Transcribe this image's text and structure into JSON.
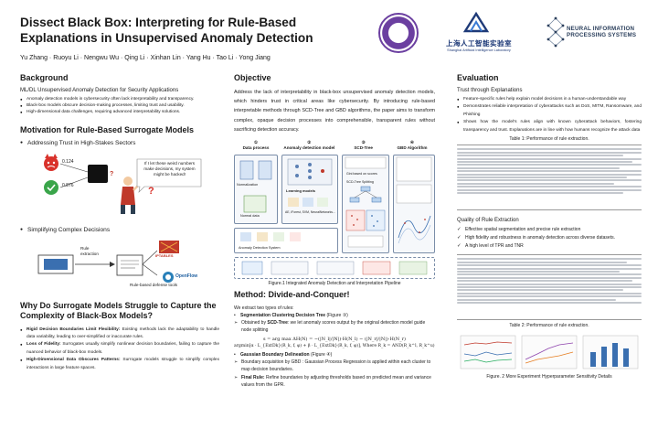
{
  "header": {
    "title": "Dissect Black Box: Interpreting for Rule-Based Explanations in Unsupervised Anomaly Detection",
    "authors": "Yu Zhang · Ruoyu Li · Nengwu Wu · Qing Li · Xinhan Lin · Yang Hu · Tao Li · Yong Jiang",
    "logo_lab_cn": "上海人工智能实验室",
    "logo_lab_en": "Shanghai Artificial Intelligence Laboratory",
    "logo_neurips": [
      "NEURAL INFORMATION",
      "PROCESSING SYSTEMS"
    ]
  },
  "background": {
    "heading": "Background",
    "subheading": "ML/DL Unsupervised Anomaly Detection for Security Applications",
    "bullets": [
      "Anomaly detection models in cybersecurity often lack interpretability and transparency.",
      "Black-box models obscure decision-making processes, limiting trust and usability.",
      "High-dimensional data challenges, requiring advanced interpretability solutions."
    ]
  },
  "motivation": {
    "heading": "Motivation for Rule-Based Surrogate Models",
    "point1": "Addressing Trust in High-Stakes Sectors",
    "speech": "If I let these weird numbers make decisions, my system might be hacked!",
    "score_bad": "0.124",
    "score_good": "0.876",
    "point2": "Simplifying Complex Decisions",
    "rule_extraction": "Rule extraction",
    "defense_tools_label": "Rule-based defense tools",
    "tool1": "IPTABLES",
    "tool2": "OpenFlow"
  },
  "why": {
    "heading": "Why Do Surrogate Models Struggle to Capture the Complexity of Black-Box Models?",
    "items": [
      {
        "label": "Rigid Decision Boundaries Limit Flexibility:",
        "text": " Existing methods lack the adaptability to handle data variability, leading to over-simplified or inaccurate rules."
      },
      {
        "label": "Loss of Fidelity:",
        "text": " Surrogates usually simplify nonlinear decision boundaries, failing to capture the nuanced behavior of black-box models."
      },
      {
        "label": "High-Dimensional Data Obscures Patterns:",
        "text": " Surrogate models struggle to simplify complex interactions in large feature spaces."
      }
    ]
  },
  "objective": {
    "heading": "Objective",
    "text": "Address the lack of interpretability in black-box unsupervised anomaly detection models, which hinders trust in critical areas like cybersecurity. By introducing rule-based interpretable methods through SCD-Tree and GBD algorithms, the paper aims to transform complex, opaque decision processes into comprehensible, transparent rules without sacrificing detection accuracy."
  },
  "pipeline": {
    "steps": [
      {
        "num": "①",
        "label": "Data process"
      },
      {
        "num": "②",
        "label": "Anomaly detection model"
      },
      {
        "num": "③",
        "label": "SCD-Tree"
      },
      {
        "num": "④",
        "label": "GBD Algorithm"
      }
    ],
    "normalization": "Normalization",
    "normal_data": "Normal data",
    "learning_models": "Learning models",
    "model_names": "AE, iForest, SVM, NeuralNetworks...",
    "system_label": "Anomaly Detection System",
    "gini": "Gini based on scores",
    "splitting": "SCD-Tree Splitting",
    "caption": "Figure.1 Integrated Anomaly Detection and Interpretation Pipeline"
  },
  "method": {
    "heading": "Method: Divide-and-Conquer!",
    "intro": "We extract two types of rules:",
    "item1_label": "Segmentation Clustering Decision Tree",
    "item1_ref": " (Figure ③)",
    "item1_text_a": "Obtained by ",
    "item1_text_b": "SCD-Tree",
    "item1_text_c": ": we let anomaly scores output by the original detection model guide node splitting",
    "eq1": "s = arg max ΔH(N) = −(|N_l|/|N|)·H(N_l) − (|N_r|/|N|)·H(N_r)",
    "eq2": "argmin[α · L_{ExtDk}(R_k, f, φ) + β · L_{ExtDk}(R_k, f, φ)], Where R_k = AND(R_k^l, R_k^u)",
    "item2_label": "Gaussian Boundary Delineation",
    "item2_ref": " (Figure ④)",
    "sub1": "Boundary acquisition by GBD : Gaussian Process Regression is applied within each cluster to map decision boundaries.",
    "sub2_label": "Final Rule:",
    "sub2_text": " Refine boundaries by adjusting thresholds based on predicted mean and variance values from the GPR."
  },
  "evaluation": {
    "heading": "Evaluation",
    "sub1": "Trust through Explanations",
    "bullets": [
      "Feature-specific rules help explain model decisions in a human-understandable way",
      "Demonstrates reliable interpretation of cyberattacks such as DoS, MITM, Ransomware, and Phishing",
      "Shows how the model's rules align with known cyberattack behaviors, fostering transparency and trust. Explanations are in line with how humans recognize the attack data"
    ],
    "table1_caption": "Table 1: Performance of rule extraction.",
    "sub2": "Quality of Rule Extraction",
    "checks": [
      "Effective spatial segmentation and precise rule extraction",
      "High fidelity and robustness in anomaly detection across diverse datasets.",
      "A high level of TPR and TNR"
    ],
    "table2_caption": "Table 2: Performance of rule extraction.",
    "fig2_caption": "Figure. 2 More Experiment Hyperparameter Sensitivity Details"
  }
}
